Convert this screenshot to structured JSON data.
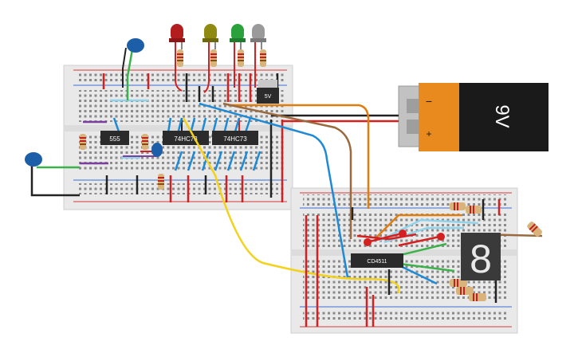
{
  "chips": {
    "timer": "555",
    "flipflop_a": "74HC73",
    "flipflop_b": "74HC73",
    "decoder": "CD4511",
    "regulator": "5V"
  },
  "battery": {
    "label": "9V",
    "minus": "−",
    "plus": "+"
  },
  "display": {
    "digit": "8"
  },
  "led_colors": [
    "#b21d1d",
    "#8f8a12",
    "#2aa13a",
    "#9a9a9a"
  ],
  "wire_colors": {
    "orange": "#e07d10",
    "blue": "#1e8ad6",
    "brown": "#9a6a3e",
    "yellow": "#f2d21b",
    "green": "#3bb24a",
    "black": "#222222",
    "red": "#d42020",
    "purple": "#7b3fa0",
    "cyan": "#8fd3ea"
  }
}
